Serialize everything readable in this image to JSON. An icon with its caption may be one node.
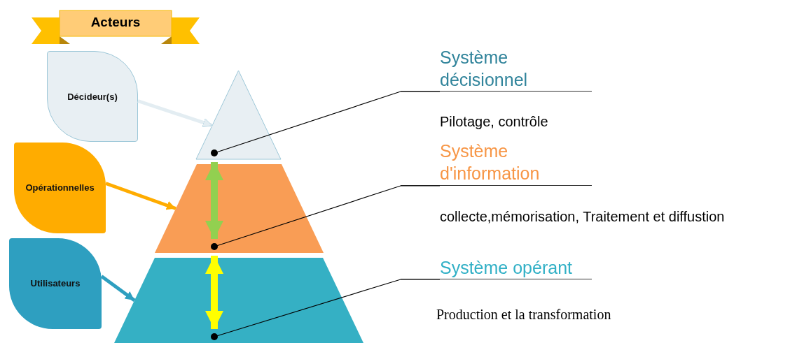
{
  "diagram": {
    "nodes": [
      {
        "text": [
          "Acteurs"
        ]
      },
      {
        "text": [
          "Décideur(s)"
        ]
      },
      {
        "text": [
          "Opérationnelles"
        ]
      },
      {
        "text": [
          "Utilisateurs"
        ]
      },
      {
        "text": [],
        "shape": "triangle"
      },
      {
        "text": [],
        "shape": "trapezoid"
      },
      {
        "text": [],
        "shape": "trapezoid"
      },
      {
        "text": [
          "Système décisionnel"
        ]
      },
      {
        "text": [
          "Système d'information"
        ],
        "beside": [
          "collecte,mémorisation, Traitement et diffustion"
        ]
      },
      {
        "text": [
          "Système opérant"
        ],
        "beside": [
          "Production et la transformation"
        ]
      }
    ],
    "edges": [
      {
        "from": 1,
        "to": 4,
        "arrow": "to",
        "color": "#e3edf2"
      },
      {
        "from": 2,
        "to": 5,
        "arrow": "to",
        "color": "#ffac00"
      },
      {
        "from": 3,
        "to": 6,
        "arrow": "to",
        "color": "#2e9fc0"
      },
      {
        "from": 4,
        "to": 5,
        "arrow": "both",
        "style": "thick",
        "color": "#92d050"
      },
      {
        "from": 5,
        "to": 6,
        "arrow": "both",
        "style": "thick",
        "color": "#ffff00"
      },
      {
        "from": 7,
        "to": 4,
        "arrow": "other"
      },
      {
        "from": 8,
        "to": 5,
        "arrow": "other"
      },
      {
        "from": 9,
        "to": 6,
        "arrow": "other"
      }
    ],
    "labels": [
      "Pilotage, contrôle"
    ]
  }
}
